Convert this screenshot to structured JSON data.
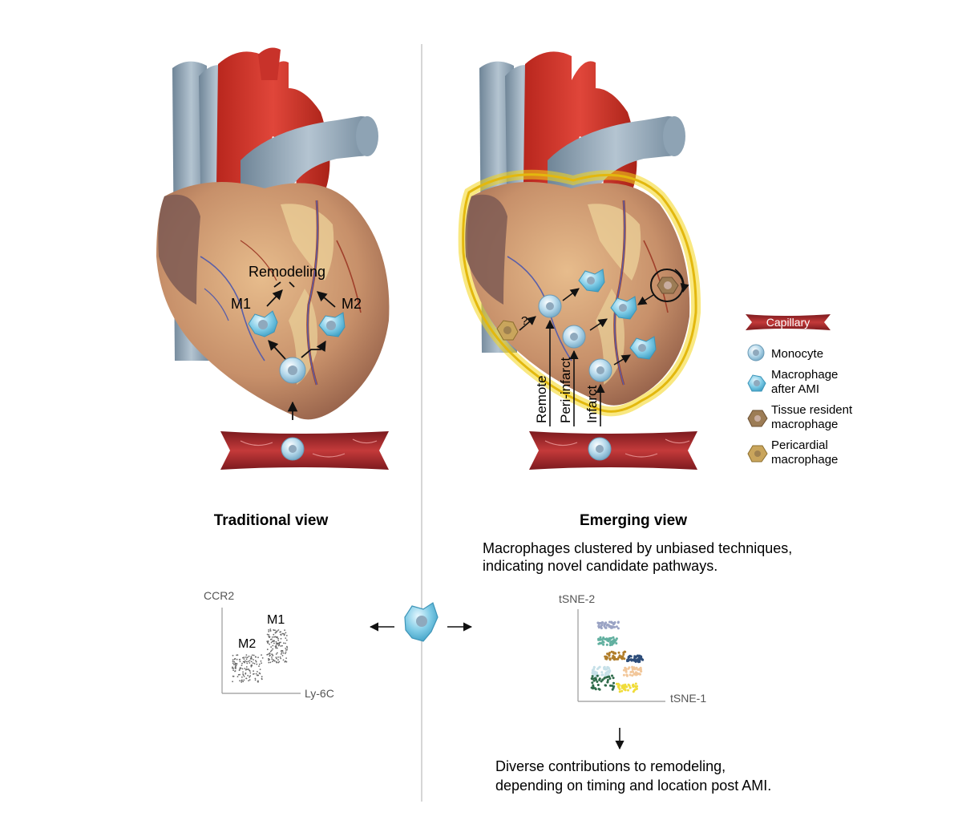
{
  "left": {
    "remodeling": "Remodeling",
    "m1": "M1",
    "m2": "M2",
    "title": "Traditional view",
    "plot": {
      "ylabel": "CCR2",
      "xlabel": "Ly-6C",
      "m1": "M1",
      "m2": "M2"
    }
  },
  "right": {
    "question": "?",
    "remote": "Remote",
    "peri": "Peri-infarct",
    "infarct": "Infarct",
    "title": "Emerging view",
    "desc1": "Macrophages clustered by unbiased techniques,",
    "desc2": "indicating novel candidate pathways.",
    "plot": {
      "ylabel": "tSNE-2",
      "xlabel": "tSNE-1"
    },
    "conc1": "Diverse contributions to remodeling,",
    "conc2": "depending on timing and location post AMI."
  },
  "legend": {
    "capillary": "Capillary",
    "monocyte": "Monocyte",
    "mac1": "Macrophage",
    "mac2": "after AMI",
    "tissue1": "Tissue resident",
    "tissue2": "macrophage",
    "peri1": "Pericardial",
    "peri2": "macrophage"
  },
  "colors": {
    "aorta": "#d8392b",
    "vein": "#8fa6b8",
    "heart": "#c98f6a",
    "capillary": "#b2282f",
    "glow": "#f2d21b",
    "monocyte": "#b9d8ea",
    "macrophage": "#7fcbe6",
    "tissue": "#9c7c55",
    "pericardial": "#c9a55c"
  }
}
